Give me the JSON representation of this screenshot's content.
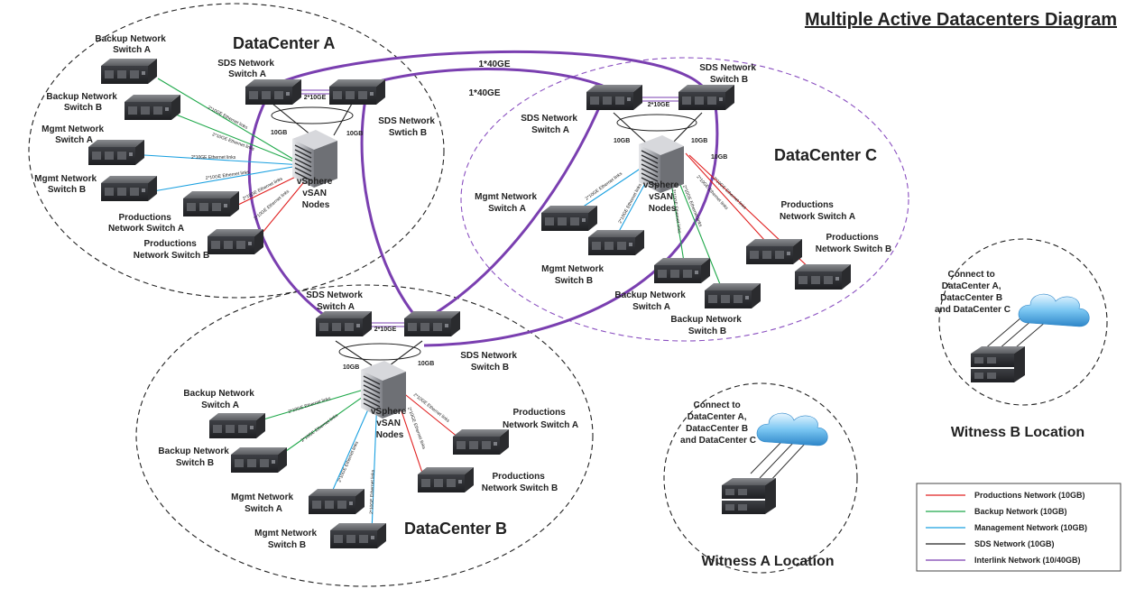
{
  "title": "Multiple Active Datacenters Diagram",
  "datacenters": {
    "a": {
      "name": "DataCenter A",
      "backup_a": [
        "Backup Network",
        "Switch A"
      ],
      "backup_b": [
        "Backup Network",
        "Switch B"
      ],
      "mgmt_a": [
        "Mgmt Network",
        "Switch A"
      ],
      "mgmt_b": [
        "Mgmt Network",
        "Switch B"
      ],
      "prod_a": [
        "Productions",
        "Network Switch A"
      ],
      "prod_b": [
        "Productions",
        "Network Switch B"
      ],
      "sds_a": [
        "SDS Network",
        "Switch A"
      ],
      "sds_b": [
        "SDS Network",
        "Swtich B"
      ],
      "nodes": [
        "vSphere",
        "vSAN",
        "Nodes"
      ]
    },
    "b": {
      "name": "DataCenter B",
      "backup_a": [
        "Backup Network",
        "Switch A"
      ],
      "backup_b": [
        "Backup Network",
        "Switch B"
      ],
      "mgmt_a": [
        "Mgmt Network",
        "Switch A"
      ],
      "mgmt_b": [
        "Mgmt Network",
        "Switch B"
      ],
      "prod_a": [
        "Productions",
        "Network Switch A"
      ],
      "prod_b": [
        "Productions",
        "Network Switch B"
      ],
      "sds_a": [
        "SDS Network",
        "Switch A"
      ],
      "sds_b": [
        "SDS Network",
        "Switch B"
      ],
      "nodes": [
        "vSphere",
        "vSAN",
        "Nodes"
      ]
    },
    "c": {
      "name": "DataCenter C",
      "backup_a": [
        "Backup Network",
        "Switch A"
      ],
      "backup_b": [
        "Backup Network",
        "Switch B"
      ],
      "mgmt_a": [
        "Mgmt Network",
        "Switch A"
      ],
      "mgmt_b": [
        "Mgmt Network",
        "Switch B"
      ],
      "prod_a": [
        "Productions",
        "Network Switch A"
      ],
      "prod_b": [
        "Productions",
        "Network Switch B"
      ],
      "sds_a": [
        "SDS Network",
        "Switch A"
      ],
      "sds_b": [
        "SDS Network",
        "Switch B"
      ],
      "nodes": [
        "vSphere",
        "vSAN",
        "Nodes"
      ]
    }
  },
  "link_labels": {
    "interlink_top": "1*40GE",
    "interlink_mid": "1*40GE",
    "sds_pair": "2*10GE",
    "node_uplink": "10GB",
    "ethernet_links": "2*10GE Ethernet links"
  },
  "witness": {
    "a": {
      "name": "Witness A Location",
      "note": [
        "Connect to",
        "DataCenter A,",
        "DatacCenter B",
        "and DataCenter C"
      ]
    },
    "b": {
      "name": "Witness B Location",
      "note": [
        "Connect to",
        "DataCenter A,",
        "DatacCenter B",
        "and DataCenter C"
      ]
    }
  },
  "legend": [
    {
      "label": "Productions Network (10GB)",
      "color": "#e02020"
    },
    {
      "label": "Backup Network (10GB)",
      "color": "#1fa84a"
    },
    {
      "label": "Management Network (10GB)",
      "color": "#1aa0e0"
    },
    {
      "label": "SDS Network (10GB)",
      "color": "#222222"
    },
    {
      "label": "Interlink Network (10/40GB)",
      "color": "#7a3fb0"
    }
  ],
  "colors": {
    "production": "#e02020",
    "backup": "#1fa84a",
    "management": "#1aa0e0",
    "sds": "#222222",
    "interlink": "#7a3fb0",
    "boundary_dc_c": "#8a4fc0"
  },
  "icons": {
    "switch": "network-switch-icon",
    "server": "server-rack-icon",
    "cloud": "cloud-icon",
    "witness_host": "witness-host-icon"
  }
}
